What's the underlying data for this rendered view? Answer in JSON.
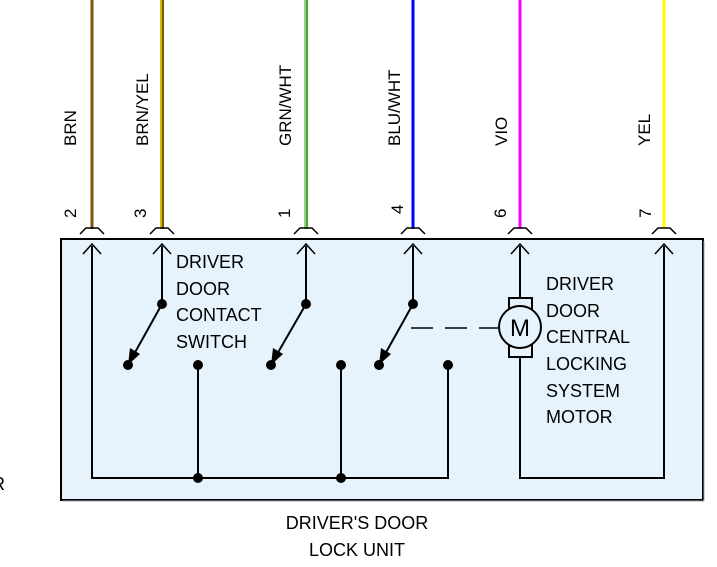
{
  "diagram": {
    "type": "wiring-schematic",
    "unit_label_lines": [
      "DRIVER'S DOOR",
      "LOCK UNIT"
    ],
    "left_edge_fragment": "R",
    "box_fill": "#e6f3fc",
    "wires": [
      {
        "id": "brn",
        "label": "BRN",
        "pin": "2",
        "color": "#7b5a0a",
        "stripe": null
      },
      {
        "id": "brn_yel",
        "label": "BRN/YEL",
        "pin": "3",
        "color": "#7b5a0a",
        "stripe": "#ffff00"
      },
      {
        "id": "grn_wht",
        "label": "GRN/WHT",
        "pin": "1",
        "color": "#4aa832",
        "stripe": "#d0e8c8"
      },
      {
        "id": "blu_wht",
        "label": "BLU/WHT",
        "pin": "4",
        "color": "#0000ff",
        "stripe": null
      },
      {
        "id": "vio",
        "label": "VIO",
        "pin": "6",
        "color": "#ff00ff",
        "stripe": null
      },
      {
        "id": "yel",
        "label": "YEL",
        "pin": "7",
        "color": "#ffff00",
        "stripe": null
      }
    ],
    "components": {
      "contact_switch": {
        "label_lines": [
          "DRIVER",
          "DOOR",
          "CONTACT",
          "SWITCH"
        ]
      },
      "motor": {
        "symbol": "M",
        "label_lines": [
          "DRIVER",
          "DOOR",
          "CENTRAL",
          "LOCKING",
          "SYSTEM",
          "MOTOR"
        ]
      }
    }
  }
}
